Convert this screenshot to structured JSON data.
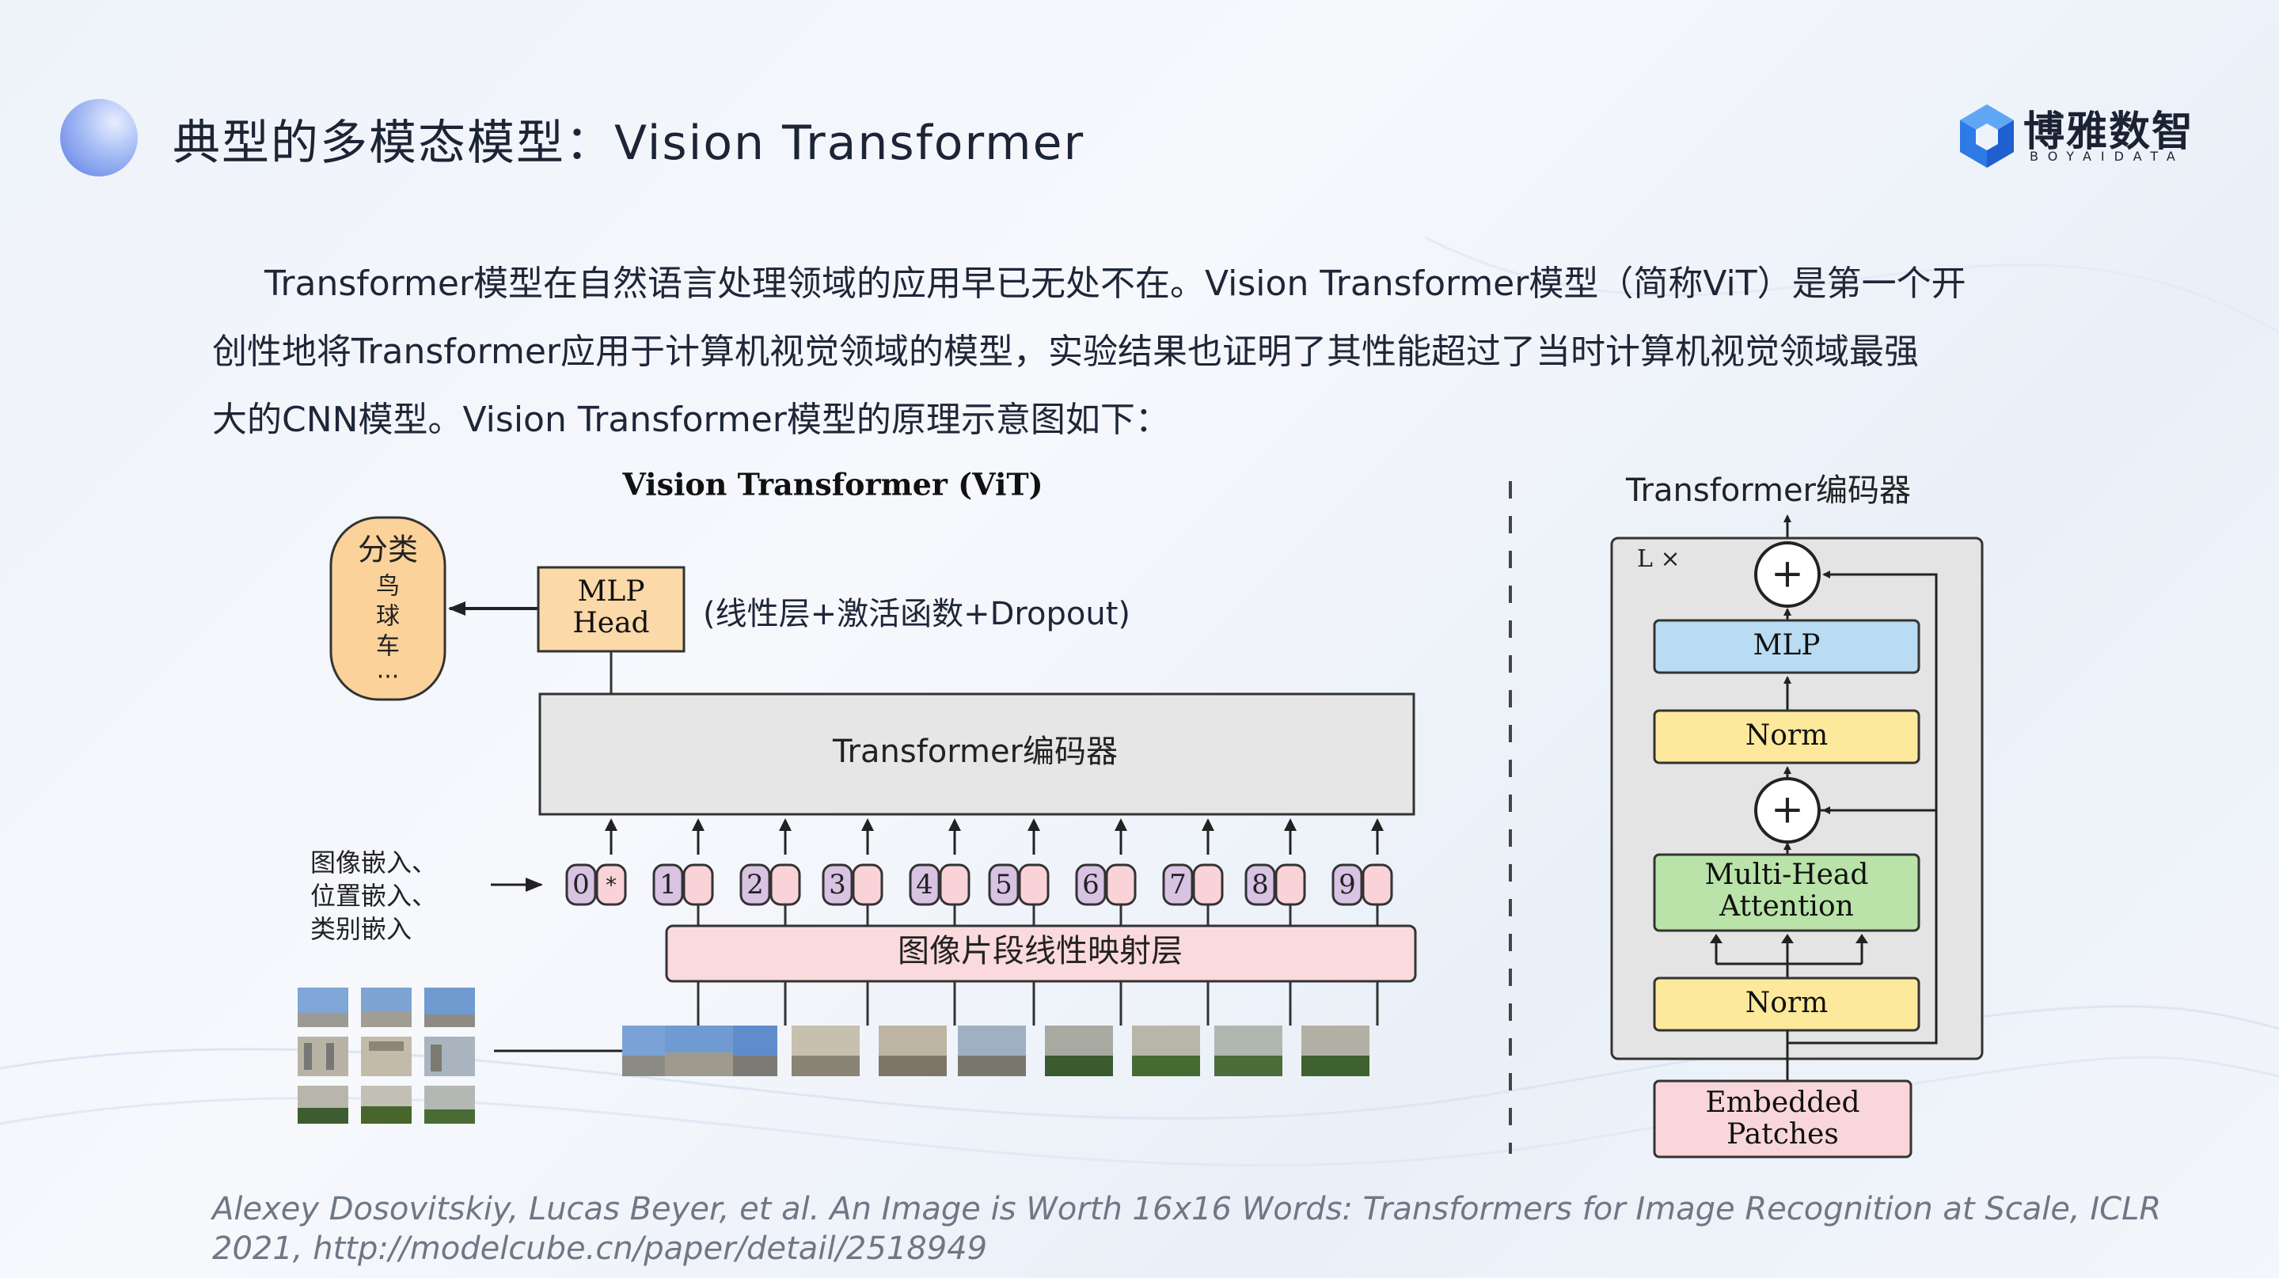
{
  "header": {
    "title": "典型的多模态模型：Vision Transformer",
    "logo_cn": "博雅数智",
    "logo_en": "BOYAIDATA"
  },
  "body": {
    "line1": "Transformer模型在自然语言处理领域的应用早已无处不在。Vision Transformer模型（简称ViT）是第一个开",
    "line2": "创性地将Transformer应用于计算机视觉领域的模型，实验结果也证明了其性能超过了当时计算机视觉领域最强",
    "line3": "大的CNN模型。Vision Transformer模型的原理示意图如下："
  },
  "vit": {
    "title": "Vision Transformer (ViT)",
    "class_label": "分类",
    "class_items": [
      "鸟",
      "球",
      "车",
      "..."
    ],
    "mlp_head_1": "MLP",
    "mlp_head_2": "Head",
    "mlp_note": "(线性层+激活函数+Dropout)",
    "encoder": "Transformer编码器",
    "embed_label_1": "图像嵌入、",
    "embed_label_2": "位置嵌入、",
    "embed_label_3": "类别嵌入",
    "projection": "图像片段线性映射层",
    "tokens": [
      "0",
      "1",
      "2",
      "3",
      "4",
      "5",
      "6",
      "7",
      "8",
      "9"
    ],
    "cls_mark": "*"
  },
  "encoder_detail": {
    "title": "Transformer编码器",
    "repeat": "L ×",
    "mlp": "MLP",
    "norm_top": "Norm",
    "mha_1": "Multi-Head",
    "mha_2": "Attention",
    "norm_bottom": "Norm",
    "embedded_1": "Embedded",
    "embedded_2": "Patches",
    "plus": "+"
  },
  "citation": {
    "line1": "Alexey Dosovitskiy, Lucas Beyer, et al. An Image is Worth 16x16 Words: Transformers for Image Recognition at Scale,  ICLR",
    "line2": "2021, http://modelcube.cn/paper/detail/2518949"
  },
  "colors": {
    "mlp_head": "#fbd9a8",
    "class_box": "#fbd29a",
    "encoder_box": "#e6e6e6",
    "token_purple": "#d8c3e3",
    "token_pink": "#f9d3d8",
    "projection": "#fadadd",
    "mlp_block": "#b9dcf2",
    "norm_block": "#fde99b",
    "mha_block": "#b9e3a8",
    "embedded_block": "#f9d6da"
  }
}
